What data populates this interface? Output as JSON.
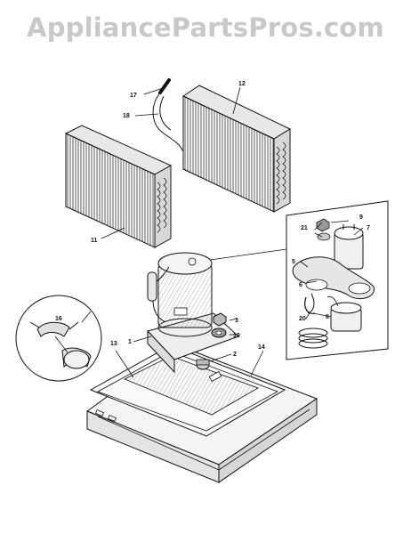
{
  "watermark": "AppliancePartsPros.com",
  "callouts": {
    "c1": "1",
    "c2": "2",
    "c3": "3",
    "c5": "5",
    "c6": "6",
    "c7": "7",
    "c8": "8",
    "c9": "9",
    "c11": "11",
    "c12": "12",
    "c13": "13",
    "c14": "14",
    "c16": "16",
    "c17": "17",
    "c18": "18",
    "c19": "19",
    "c20": "20",
    "c21": "21"
  },
  "parts": {
    "evaporator_coil": "11",
    "condenser_coil": "12",
    "compressor": "1",
    "base_pan": "14",
    "drain_pan": "13",
    "capacitor": "7",
    "thermistor_bulb": "17",
    "capillary_tube": "18"
  }
}
